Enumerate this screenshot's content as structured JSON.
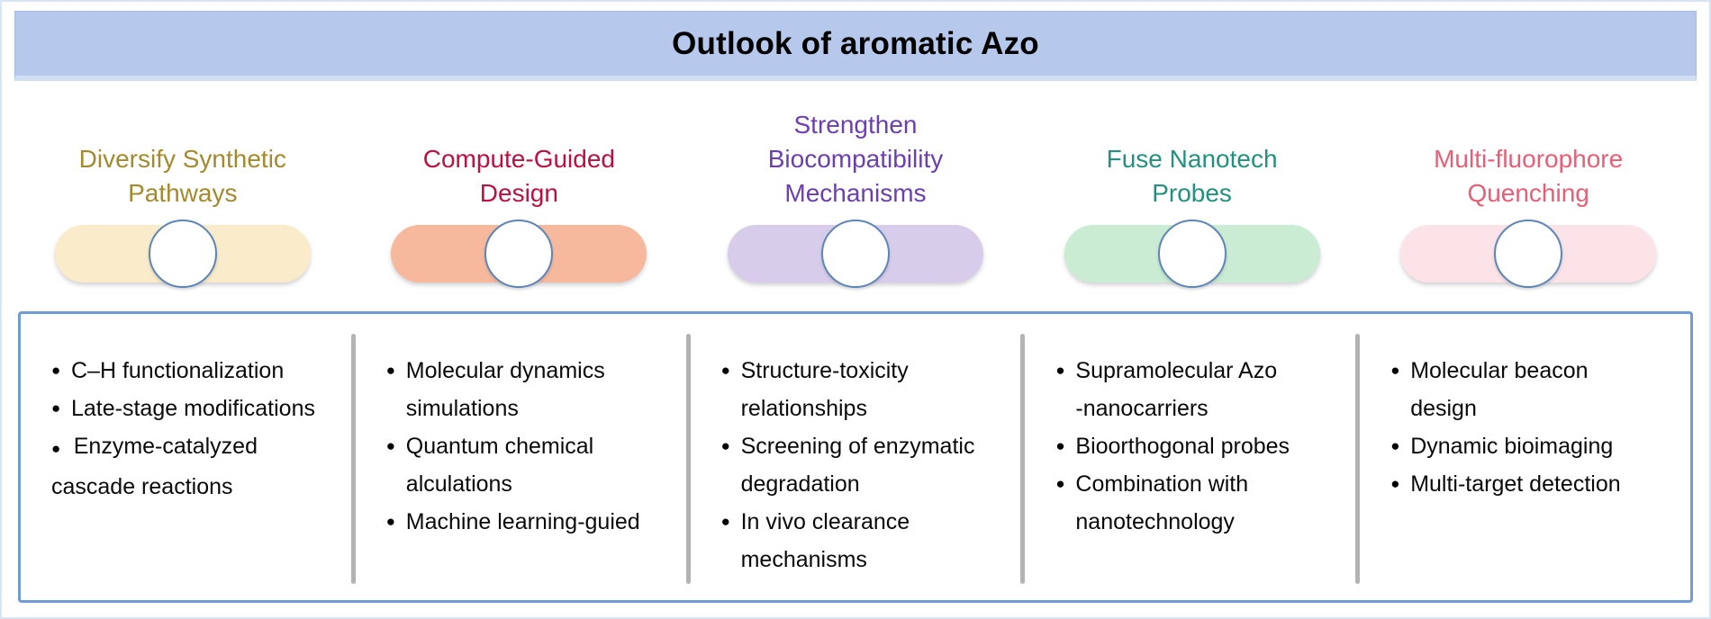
{
  "banner": {
    "title": "Outlook of aromatic Azo",
    "bg_color": "#b6c8ec"
  },
  "colors": {
    "panel_border": "#6f9bd6",
    "divider": "#b3b3b3",
    "circle_border": "#5d86b8",
    "circle_fill": "#ffffff"
  },
  "icons": {
    "bullet": "●"
  },
  "columns": [
    {
      "title": "Diversify Synthetic\nPathways",
      "title_color": "#a38b2d",
      "pill_color": "#faecca",
      "items": [
        "C–H functionalization",
        "Late-stage modifications",
        "Enzyme-catalyzed\ncascade reactions"
      ]
    },
    {
      "title": "Compute-Guided\nDesign",
      "title_color": "#bb1140",
      "pill_color": "#f6b99d",
      "items": [
        "Molecular dynamics\nsimulations",
        "Quantum chemical\nalculations",
        "Machine learning-guied"
      ]
    },
    {
      "title": "Strengthen\nBiocompatibility\nMechanisms",
      "title_color": "#6b3fb0",
      "pill_color": "#d8cceb",
      "items": [
        "Structure-toxicity\nrelationships",
        "Screening of enzymatic\ndegradation",
        "In vivo clearance\nmechanisms"
      ]
    },
    {
      "title": "Fuse Nanotech\nProbes",
      "title_color": "#22917f",
      "pill_color": "#c9ecd3",
      "items": [
        "Supramolecular Azo\n-nanocarriers",
        "Bioorthogonal probes",
        "Combination with\nnanotechnology"
      ]
    },
    {
      "title": "Multi-fluorophore\nQuenching",
      "title_color": "#e75f76",
      "pill_color": "#fce3e8",
      "items": [
        "Molecular beacon\ndesign",
        "Dynamic bioimaging",
        "Multi-target detection"
      ]
    }
  ]
}
